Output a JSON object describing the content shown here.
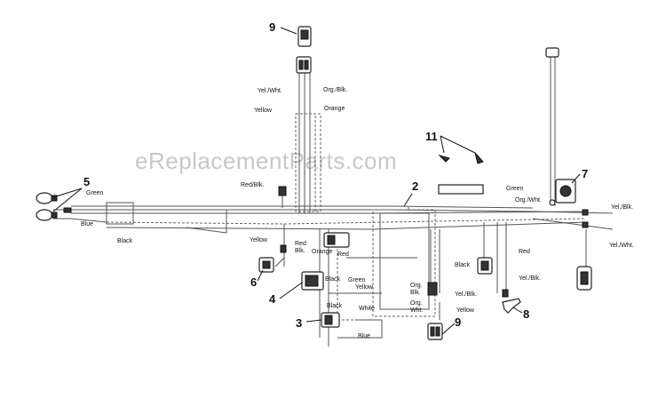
{
  "watermark": "eReplacementParts.com",
  "callouts": {
    "n9_top": "9",
    "n11": "11",
    "n5": "5",
    "n2": "2",
    "n7": "7",
    "n6": "6",
    "n4": "4",
    "n3": "3",
    "n9_bottom": "9",
    "n8": "8"
  },
  "wire_labels": {
    "yel_wht_top": "Yel./Wht.",
    "org_blk_top": "Org./Blk.",
    "yellow_top": "Yellow",
    "orange_top": "Orange",
    "green_left": "Green",
    "blue_left": "Blue",
    "black_left": "Black",
    "red_blk_mid": "Red/Blk.",
    "yellow_mid": "Yellow",
    "red_blk_small": "Red\nBlk.",
    "orange_mid": "Orange",
    "red_mid": "Red",
    "black_mid": "Black",
    "green_mid": "Green",
    "yellow_mid2": "Yellow",
    "black_low": "Black",
    "white_low": "White",
    "blue_low": "Blue",
    "green_right": "Green",
    "org_wht_right": "Org./Wht.",
    "yel_blk_far": "Yel./Blk.",
    "yel_wht_far": "Yel./Wht.",
    "black_right": "Black",
    "red_right": "Red",
    "yel_blk_right": "Yel./Blk.",
    "org_blk_low": "Org.\nBlk.",
    "org_wht_low": "Org.\nWht.",
    "yel_blk_low": "Yel./Blk.",
    "yellow_low": "Yellow"
  }
}
